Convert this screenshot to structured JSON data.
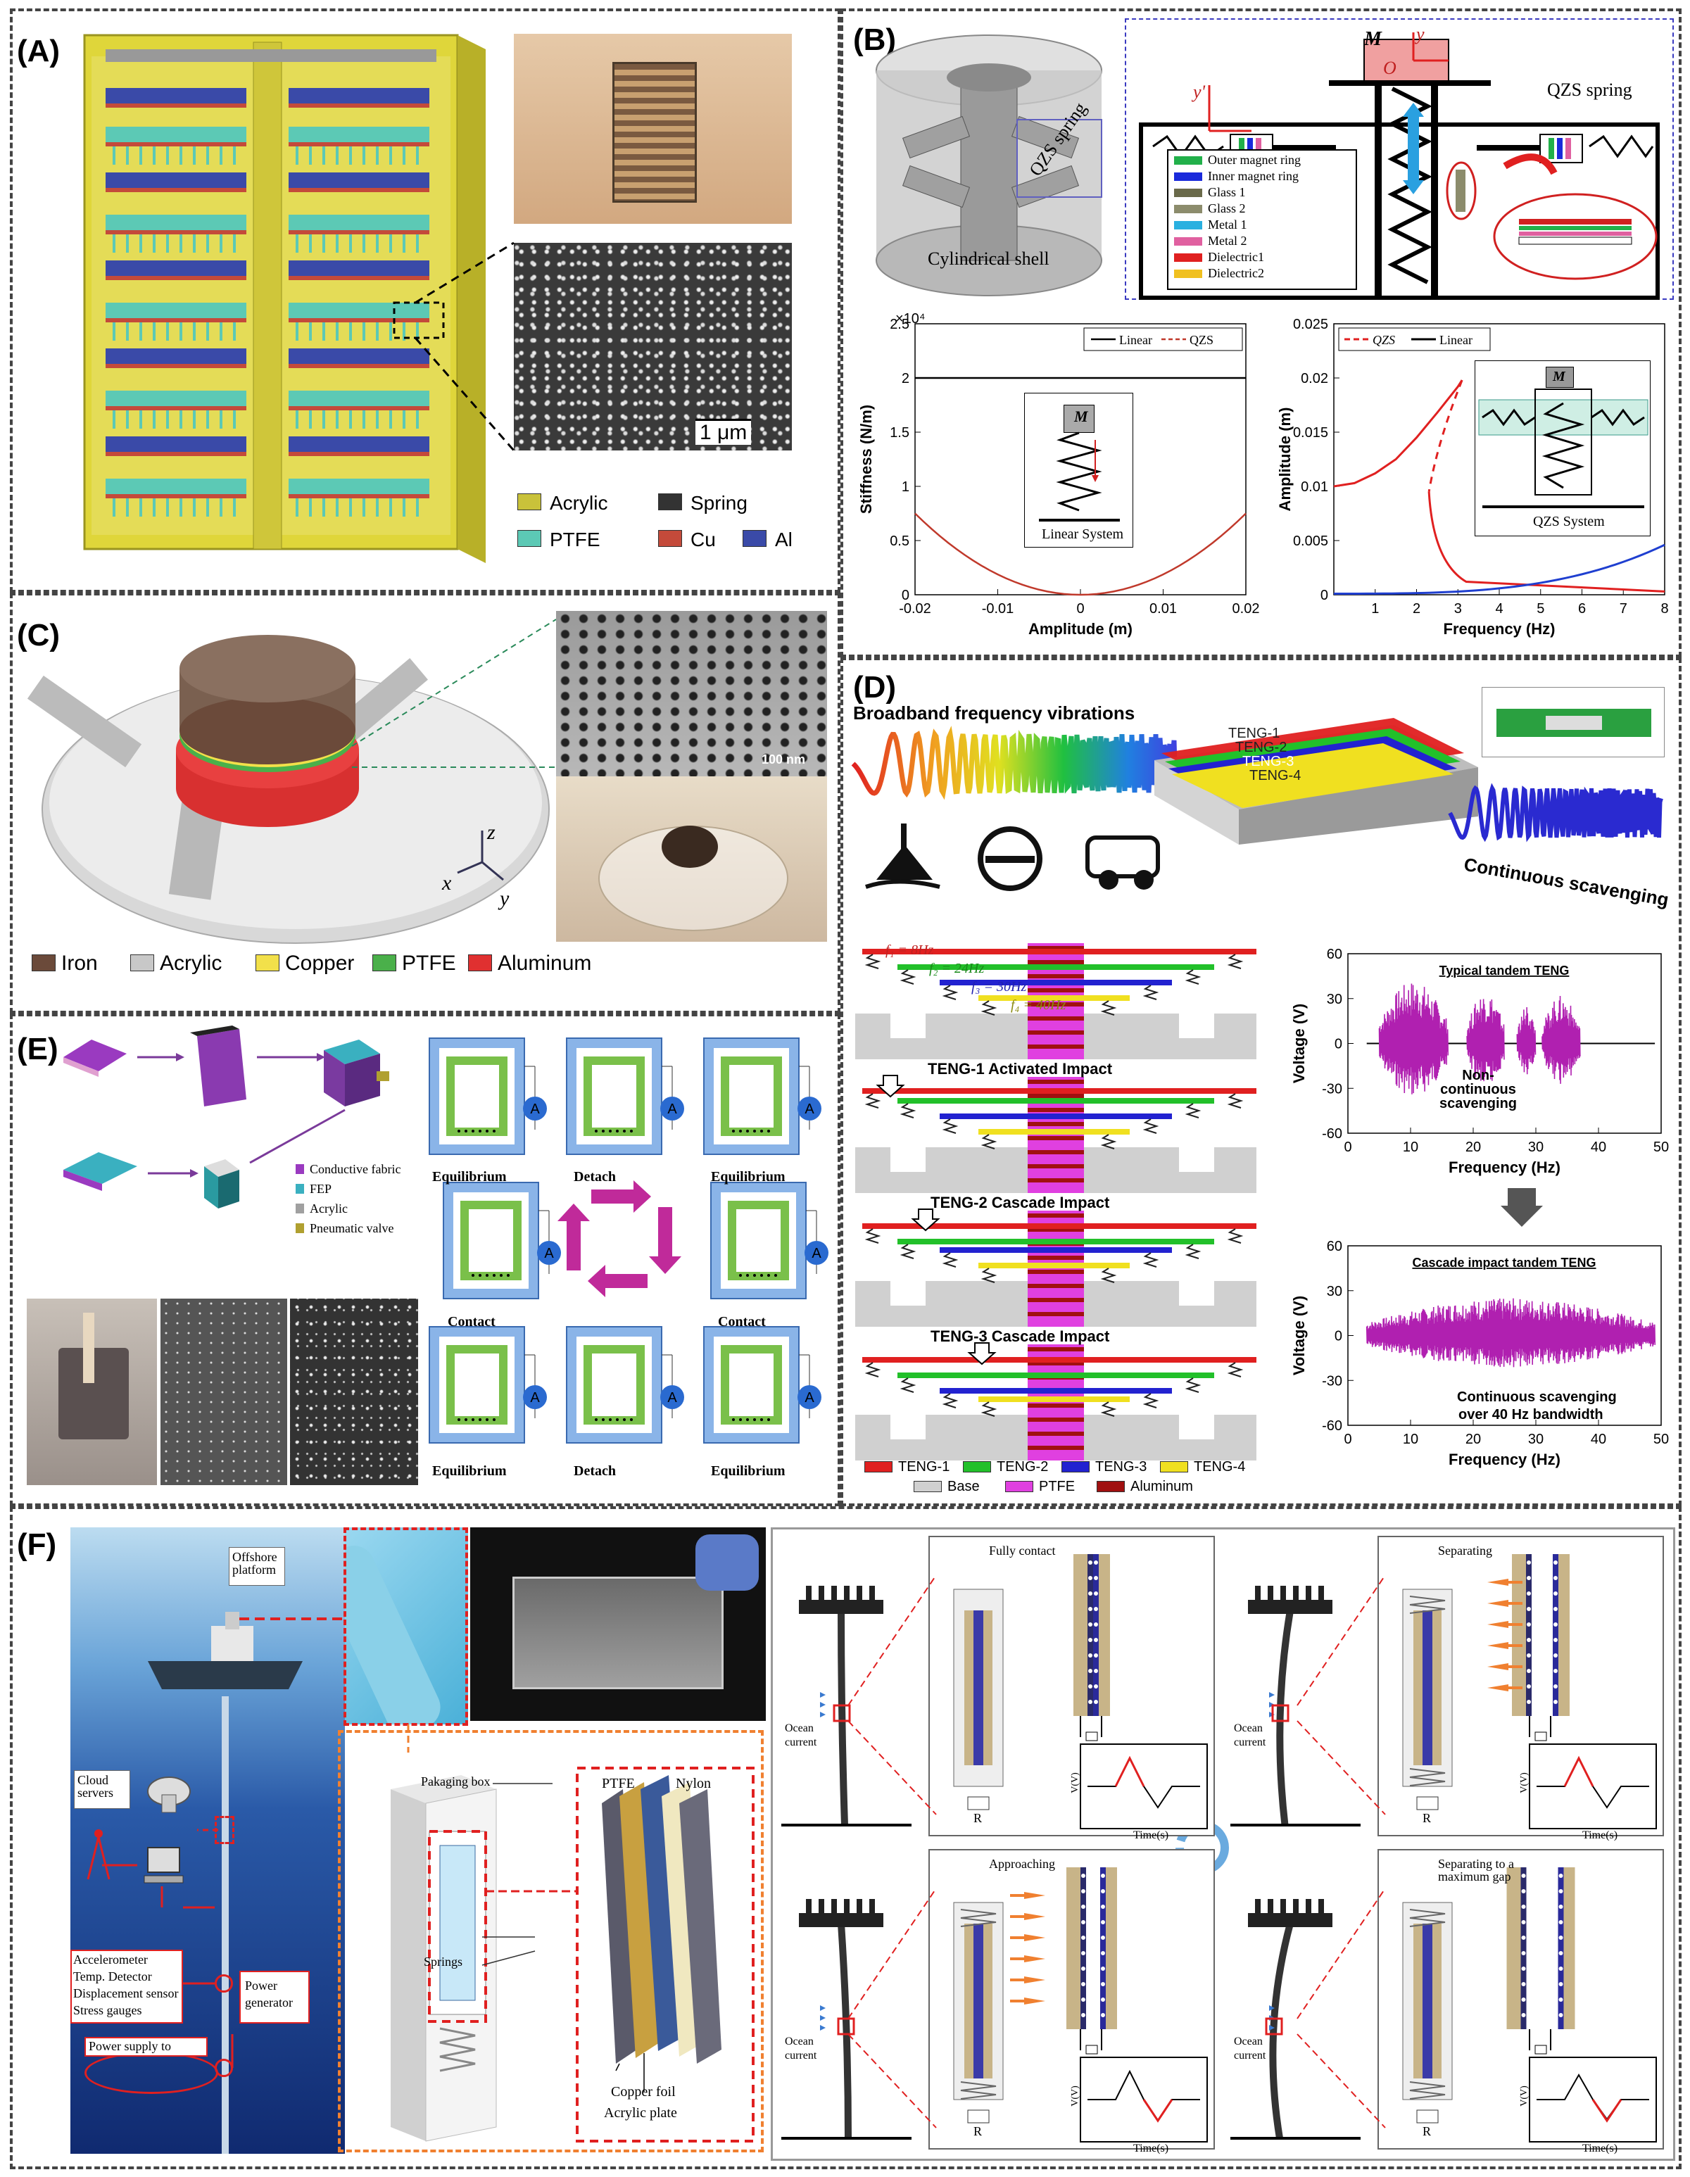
{
  "panels": {
    "A": {
      "label": "(A)",
      "scale_bar": "1 μm",
      "legend": [
        {
          "name": "Acrylic",
          "color": "#c9c23a"
        },
        {
          "name": "Spring",
          "color": "#333333"
        },
        {
          "name": "PTFE",
          "color": "#5cc9b5"
        },
        {
          "name": "Cu",
          "color": "#c44a3a"
        },
        {
          "name": "Al",
          "color": "#3a4aa8"
        }
      ]
    },
    "B": {
      "label": "(B)",
      "qzs_tag": "QZS spring",
      "shell_label": "Cylindrical shell",
      "schematic_title": "QZS spring",
      "mass_label": "M",
      "origin_label": "O",
      "axis_y": "y",
      "axis_y2": "y'",
      "legend": [
        {
          "name": "Outer magnet ring",
          "color": "#22b04a"
        },
        {
          "name": "Inner magnet ring",
          "color": "#1a2adb"
        },
        {
          "name": "Glass 1",
          "color": "#6a6a4a"
        },
        {
          "name": "Glass 2",
          "color": "#8c8c6c"
        },
        {
          "name": "Metal 1",
          "color": "#2ab0e0"
        },
        {
          "name": "Metal 2",
          "color": "#e060a0"
        },
        {
          "name": "Dielectric1",
          "color": "#e02020"
        },
        {
          "name": "Dielectric2",
          "color": "#f0c020"
        }
      ],
      "stiffness_chart": {
        "exponent": "×10⁴",
        "inset_mass": "M",
        "inset_label": "Linear System"
      },
      "amplitude_chart": {
        "inset_mass": "M",
        "inset_label": "QZS System"
      }
    },
    "C": {
      "label": "(C)",
      "scale_bar": "100 nm",
      "axes": {
        "z": "z",
        "x": "x",
        "y": "y"
      },
      "legend": [
        {
          "name": "Iron",
          "color": "#6b4a3a"
        },
        {
          "name": "Acrylic",
          "color": "#c8c8c8"
        },
        {
          "name": "Copper",
          "color": "#f2e04a"
        },
        {
          "name": "PTFE",
          "color": "#4ab04a"
        },
        {
          "name": "Aluminum",
          "color": "#e03030"
        }
      ]
    },
    "D": {
      "label": "(D)",
      "banner": "Broadband frequency vibrations",
      "continuous": "Continuous scavenging",
      "stack_labels": [
        "TENG-1",
        "TENG-2",
        "TENG-3",
        "TENG-4"
      ],
      "freq_labels": [
        "f₁ = 8Hz",
        "f₂ = 24Hz",
        "f₃ = 30Hz",
        "f₄ = 40Hz"
      ],
      "steps": [
        "TENG-1 Activated Impact",
        "TENG-2 Cascade Impact",
        "TENG-3 Cascade Impact"
      ],
      "legend": [
        {
          "name": "TENG-1",
          "color": "#e02020"
        },
        {
          "name": "TENG-2",
          "color": "#22c02a"
        },
        {
          "name": "TENG-3",
          "color": "#2222d0"
        },
        {
          "name": "TENG-4",
          "color": "#f0e020"
        },
        {
          "name": "Base",
          "color": "#d0d0d0"
        },
        {
          "name": "PTFE",
          "color": "#e040e0"
        },
        {
          "name": "Aluminum",
          "color": "#a01010"
        }
      ],
      "top_annotation": "Non-continuous scavenging",
      "bottom_annotation_1": "Continuous scavenging",
      "bottom_annotation_2": "over 40 Hz bandwidth"
    },
    "E": {
      "label": "(E)",
      "legend": [
        {
          "name": "Conductive fabric",
          "color": "#9a3ac0"
        },
        {
          "name": "FEP",
          "color": "#3ab0c0"
        },
        {
          "name": "Acrylic",
          "color": "#a0a0a0"
        },
        {
          "name": "Pneumatic valve",
          "color": "#b0a030"
        }
      ],
      "states": [
        "Equilibrium",
        "Detach",
        "Equilibrium",
        "Contact",
        "Contact",
        "Equilibrium",
        "Detach",
        "Equilibrium"
      ],
      "ammeter": "A"
    },
    "F": {
      "label": "(F)",
      "platform": "Offshore platform",
      "cloud": "Cloud servers",
      "sensors": [
        "Accelerometer",
        "Temp. Detector",
        "Displacement sensor",
        "Stress gauges"
      ],
      "power_supply": "Power supply to",
      "power_generator": [
        "Power",
        "generator"
      ],
      "packaging": "Pakaging box",
      "springs": "Springs",
      "ptfe": "PTFE",
      "nylon": "Nylon",
      "copper": "Copper foil",
      "acrylic": "Acrylic plate",
      "stages": [
        {
          "title": "Fully contact"
        },
        {
          "title": "Separating"
        },
        {
          "title": "Approaching"
        },
        {
          "title": "Separating to a maximum gap"
        }
      ],
      "ocean": [
        "Ocean",
        "current"
      ],
      "resistor": "R",
      "vt_y": "V(V)",
      "vt_x": "Time(s)"
    }
  },
  "chart_data": [
    {
      "type": "line",
      "ylabel": "Stiffness (N/m)",
      "xlabel": "Amplitude (m)",
      "xlim": [
        -0.02,
        0.02
      ],
      "ylim": [
        0,
        2.5
      ],
      "y_multiplier": "×10⁴",
      "x_ticks": [
        "-0.02",
        "-0.01",
        "0",
        "0.01",
        "0.02"
      ],
      "y_ticks": [
        "0",
        "0.5",
        "1",
        "1.5",
        "2",
        "2.5"
      ],
      "series": [
        {
          "name": "Linear",
          "color": "#000000",
          "x": [
            -0.02,
            0.02
          ],
          "y": [
            2.0,
            2.0
          ]
        },
        {
          "name": "QZS",
          "color": "#c0392b",
          "x": [
            -0.02,
            -0.015,
            -0.01,
            -0.005,
            0,
            0.005,
            0.01,
            0.015,
            0.02
          ],
          "y": [
            0.75,
            0.42,
            0.19,
            0.05,
            0.0,
            0.05,
            0.19,
            0.42,
            0.75
          ]
        }
      ],
      "legend": "top-right"
    },
    {
      "type": "line",
      "ylabel": "Amplitude (m)",
      "xlabel": "Frequency (Hz)",
      "xlim": [
        0,
        8
      ],
      "ylim": [
        0,
        0.025
      ],
      "x_ticks": [
        "1",
        "2",
        "3",
        "4",
        "5",
        "6",
        "7",
        "8"
      ],
      "y_ticks": [
        "0",
        "0.005",
        "0.01",
        "0.015",
        "0.02",
        "0.025"
      ],
      "series": [
        {
          "name": "QZS",
          "color": "#e02020",
          "x": [
            0,
            0.5,
            1,
            1.5,
            2,
            2.5,
            3,
            3.1
          ],
          "y": [
            0.01,
            0.0103,
            0.0112,
            0.0125,
            0.0145,
            0.0168,
            0.0192,
            0.0198
          ]
        },
        {
          "name": "Linear",
          "color": "#1f3fd0",
          "x": [
            0,
            2,
            4,
            5,
            6,
            7,
            8
          ],
          "y": [
            0.0001,
            0.0002,
            0.0005,
            0.0009,
            0.0016,
            0.0028,
            0.0046
          ]
        }
      ],
      "legend": "top-left"
    },
    {
      "type": "line",
      "title": "Typical tandem TENG",
      "ylabel": "Voltage (V)",
      "xlabel": "Frequency (Hz)",
      "xlim": [
        0,
        50
      ],
      "ylim": [
        -60,
        60
      ],
      "x_ticks": [
        "0",
        "10",
        "20",
        "30",
        "40",
        "50"
      ],
      "y_ticks": [
        "-60",
        "-30",
        "0",
        "30",
        "60"
      ],
      "bursts": [
        {
          "x": [
            5,
            16
          ],
          "amp": 42
        },
        {
          "x": [
            19,
            25
          ],
          "amp": 35
        },
        {
          "x": [
            27,
            30
          ],
          "amp": 25
        },
        {
          "x": [
            31,
            37
          ],
          "amp": 32
        }
      ]
    },
    {
      "type": "line",
      "title": "Cascade impact tandem TENG",
      "ylabel": "Voltage (V)",
      "xlabel": "Frequency (Hz)",
      "xlim": [
        0,
        50
      ],
      "ylim": [
        -60,
        60
      ],
      "x_ticks": [
        "0",
        "10",
        "20",
        "30",
        "40",
        "50"
      ],
      "y_ticks": [
        "-60",
        "-30",
        "0",
        "30",
        "60"
      ],
      "bursts": [
        {
          "x": [
            3,
            49
          ],
          "amp": 25
        }
      ]
    }
  ]
}
